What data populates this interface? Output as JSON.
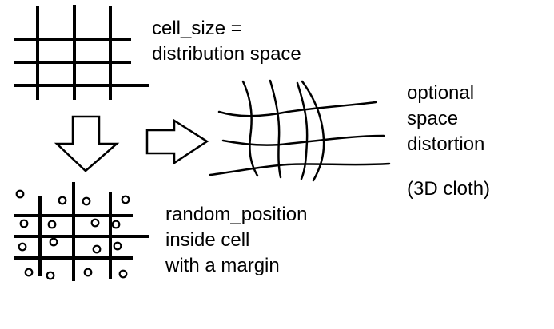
{
  "labels": {
    "cell_size": [
      "cell_size =",
      "distribution space"
    ],
    "distortion": [
      "optional",
      "space",
      "distortion"
    ],
    "cloth": "(3D cloth)",
    "random_position": [
      "random_position",
      "inside cell",
      "with a margin"
    ]
  },
  "colors": {
    "ink": "#000000",
    "background": "#ffffff"
  }
}
